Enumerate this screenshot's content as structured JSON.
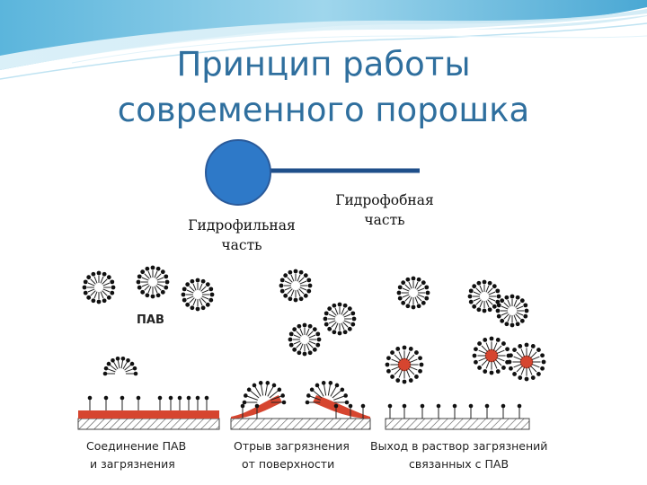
{
  "title": {
    "line1": "Принцип работы",
    "line2": "современного порошка"
  },
  "molecule": {
    "head_color": "#2e79c8",
    "tail_color": "#1f4f8a",
    "hydrophilic_label": [
      "Гидрофильная",
      "часть"
    ],
    "hydrophobic_label": [
      "Гидрофобная",
      "часть"
    ]
  },
  "scheme": {
    "surfactant_label": "ПАВ",
    "dirt_color": "#d6452f",
    "panels": [
      {
        "caption": [
          "Соединение ПАВ",
          "и загрязнения"
        ]
      },
      {
        "caption": [
          "Отрыв загрязнения",
          "от поверхности"
        ]
      },
      {
        "caption": [
          "Выход в раствор загрязнений",
          "связанных с ПАВ"
        ]
      }
    ]
  },
  "colors": {
    "title": "#2f6f9e",
    "wave_light": "#cfeaf5",
    "wave_mid": "#7cc4e2",
    "wave_dark": "#3b9fcc"
  }
}
